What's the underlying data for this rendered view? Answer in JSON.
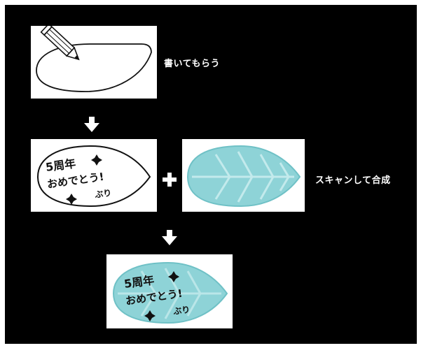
{
  "steps": {
    "step1_label": "書いてもらう",
    "step2_label": "スキャンして合成"
  },
  "message": {
    "line1": "5周年",
    "line2": "おめでとう!",
    "signature": "ぶり"
  },
  "colors": {
    "background": "#000000",
    "panel": "#ffffff",
    "leaf_fill": "#8ed3d7",
    "leaf_vein": "#cdeff0",
    "ink": "#111111"
  },
  "icons": [
    "pencil-icon",
    "arrow-down-icon",
    "plus-icon",
    "sparkle-icon"
  ]
}
